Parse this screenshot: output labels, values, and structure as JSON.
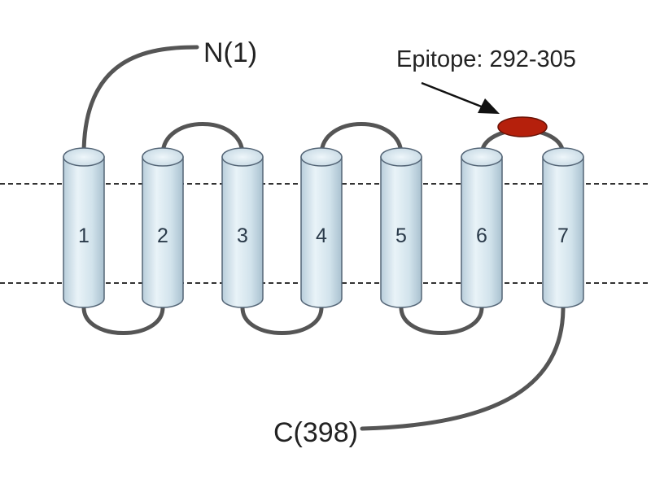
{
  "terminal_labels": {
    "n_terminus": "N(1)",
    "c_terminus": "C(398)"
  },
  "epitope": {
    "label": "Epitope: 292-305",
    "color": "#b5200c"
  },
  "helices": [
    {
      "number": "1"
    },
    {
      "number": "2"
    },
    {
      "number": "3"
    },
    {
      "number": "4"
    },
    {
      "number": "5"
    },
    {
      "number": "6"
    },
    {
      "number": "7"
    }
  ],
  "colors": {
    "helix_fill": "#d6e6ef",
    "helix_stroke": "#556677",
    "loop": "#555555",
    "membrane_line": "#333333"
  }
}
